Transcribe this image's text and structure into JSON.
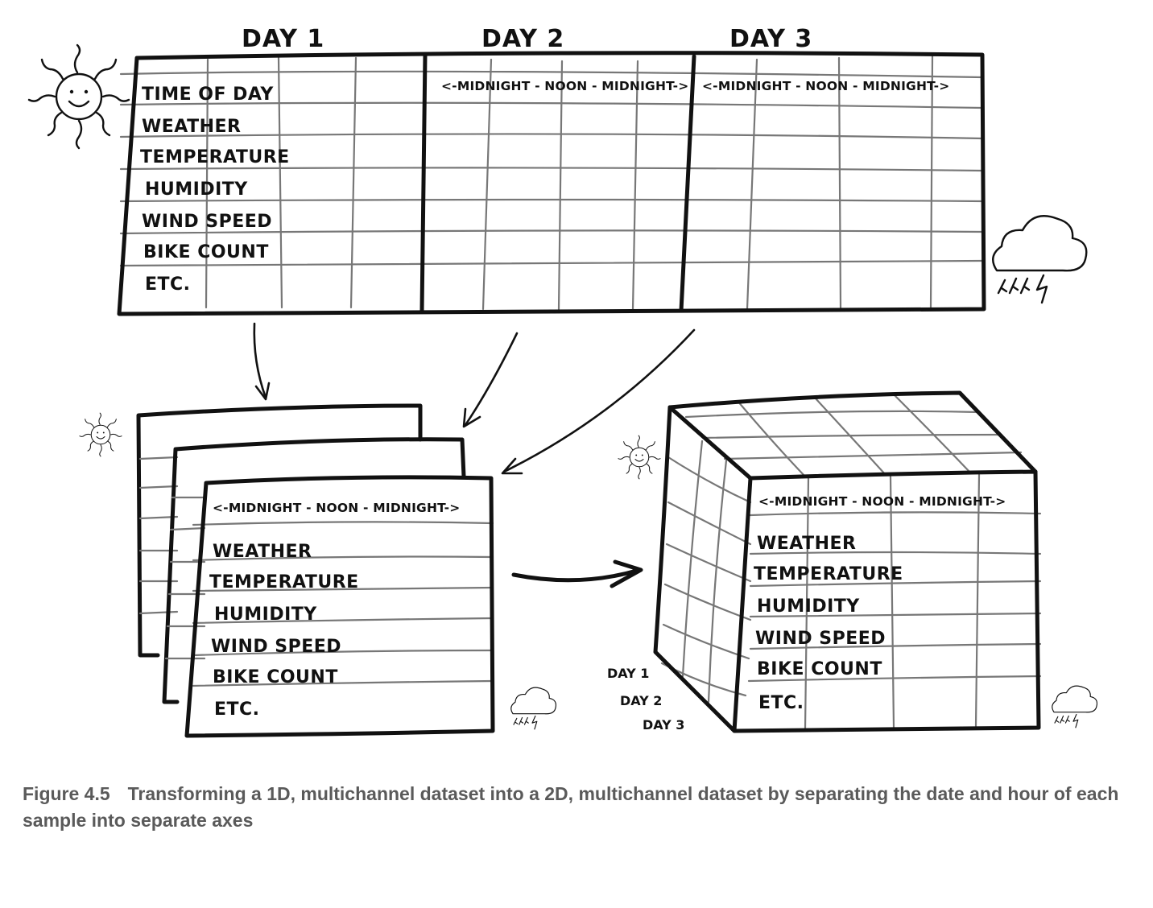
{
  "top_table": {
    "day_headers": [
      "DAY 1",
      "DAY 2",
      "DAY 3"
    ],
    "rows": [
      "TIME OF DAY",
      "WEATHER",
      "TEMPERATURE",
      "HUMIDITY",
      "WIND SPEED",
      "BIKE COUNT",
      "ETC."
    ],
    "time_axis": "<-MIDNIGHT - NOON - MIDNIGHT->"
  },
  "stack": {
    "time_axis": "<-MIDNIGHT - NOON - MIDNIGHT->",
    "rows": [
      "WEATHER",
      "TEMPERATURE",
      "HUMIDITY",
      "WIND SPEED",
      "BIKE COUNT",
      "ETC."
    ]
  },
  "cube": {
    "time_axis": "<-MIDNIGHT - NOON - MIDNIGHT->",
    "rows": [
      "WEATHER",
      "TEMPERATURE",
      "HUMIDITY",
      "WIND SPEED",
      "BIKE COUNT",
      "ETC."
    ],
    "day_labels": [
      "DAY 1",
      "DAY 2",
      "DAY 3"
    ]
  },
  "icons": {
    "sun": "smiling-sun-icon",
    "storm": "storm-cloud-icon"
  },
  "caption": {
    "figure_number": "Figure 4.5",
    "text": "Transforming a 1D, multichannel dataset into a 2D, multichannel dataset by separating the date and hour of each sample into separate axes"
  }
}
